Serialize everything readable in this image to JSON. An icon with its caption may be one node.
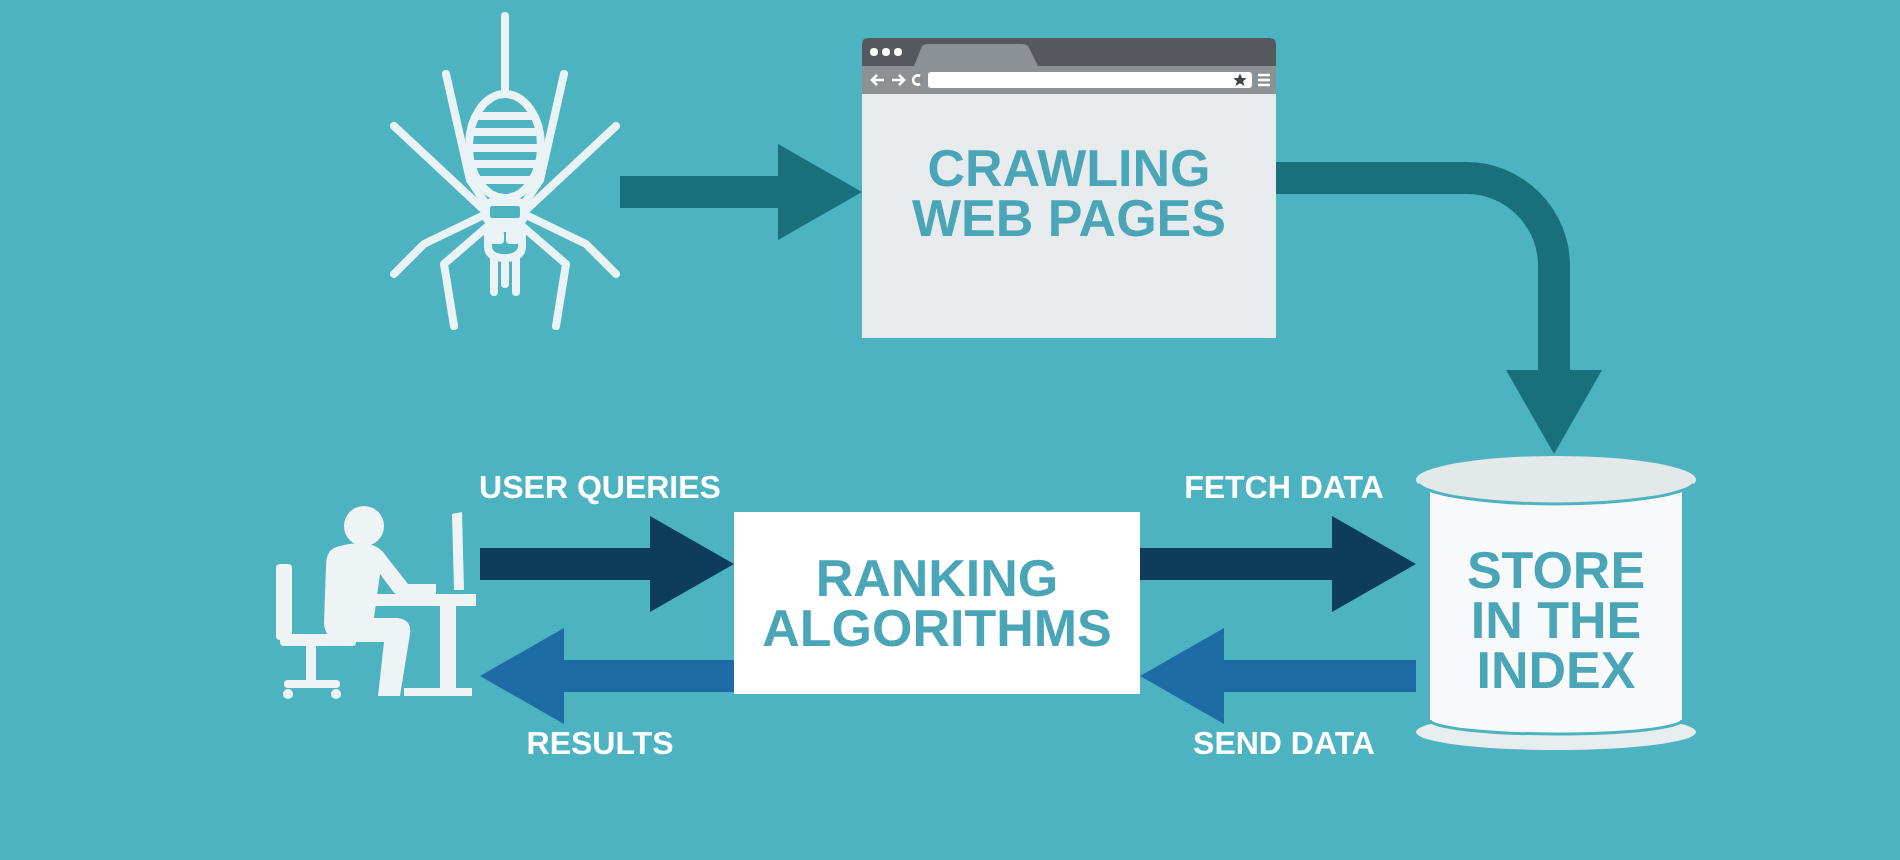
{
  "diagram": {
    "nodes": [
      {
        "text": [],
        "shape": "picture"
      },
      {
        "text": [
          "CRAWLING WEB PAGES"
        ]
      },
      {
        "text": [],
        "shape": "picture"
      },
      {
        "text": [
          "RANKING ALGORITHMS"
        ]
      },
      {
        "text": [
          "STORE IN THE INDEX"
        ]
      }
    ],
    "edges": [
      {
        "from": 0,
        "to": 1,
        "arrow": "to",
        "color": "#17707b"
      },
      {
        "from": 1,
        "to": 4,
        "arrow": "to",
        "color": "#17707b"
      },
      {
        "from": 2,
        "to": 3,
        "label": "USER QUERIES",
        "arrow": "to",
        "color": "#0e3c5c"
      },
      {
        "from": 3,
        "to": 2,
        "label": "RESULTS",
        "arrow": "to",
        "color": "#1e6ca6"
      },
      {
        "from": 3,
        "to": 4,
        "label": "FETCH DATA",
        "arrow": "to",
        "color": "#0e3c5c"
      },
      {
        "from": 4,
        "to": 3,
        "label": "SEND DATA",
        "arrow": "to",
        "color": "#1e6ca6"
      }
    ]
  }
}
